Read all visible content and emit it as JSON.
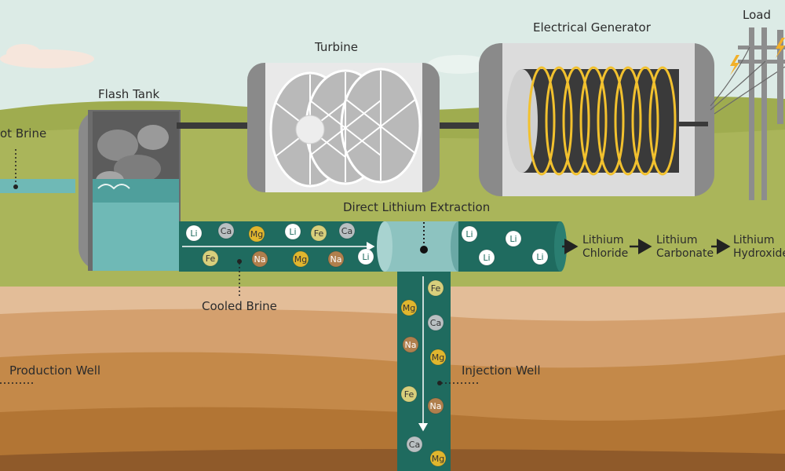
{
  "labels": {
    "hot_brine": "ot Brine",
    "flash_tank": "Flash Tank",
    "turbine": "Turbine",
    "generator": "Electrical Generator",
    "load": "Load",
    "dle": "Direct Lithium Extraction",
    "cooled_brine": "Cooled Brine",
    "production_well": "Production Well",
    "injection_well": "Injection Well"
  },
  "products": [
    {
      "line1": "Lithium",
      "line2": "Chloride"
    },
    {
      "line1": "Lithium",
      "line2": "Carbonate"
    },
    {
      "line1": "Lithium",
      "line2": "Hydroxide"
    }
  ],
  "ions": {
    "pipe_in": [
      "Li",
      "Ca",
      "Mg",
      "Li",
      "Fe",
      "Ca",
      "Fe",
      "Na",
      "Mg",
      "Na",
      "Li"
    ],
    "pipe_out": [
      "Li",
      "Li",
      "Li",
      "Li"
    ],
    "injection": [
      "Fe",
      "Mg",
      "Ca",
      "Na",
      "Mg",
      "Fe",
      "Na",
      "Ca",
      "Mg"
    ]
  },
  "colors": {
    "sky": "#dcebe6",
    "grass": "#9fac4f",
    "brine": "#1f6b5f",
    "brine_light": "#6fb9b6",
    "casing": "#8a8a8a",
    "coil": "#f2c12e",
    "li": "#ffffff",
    "ca": "#b9c0c2",
    "mg": "#e0b62e",
    "fe": "#d8cf7c",
    "na": "#b07f4d"
  }
}
